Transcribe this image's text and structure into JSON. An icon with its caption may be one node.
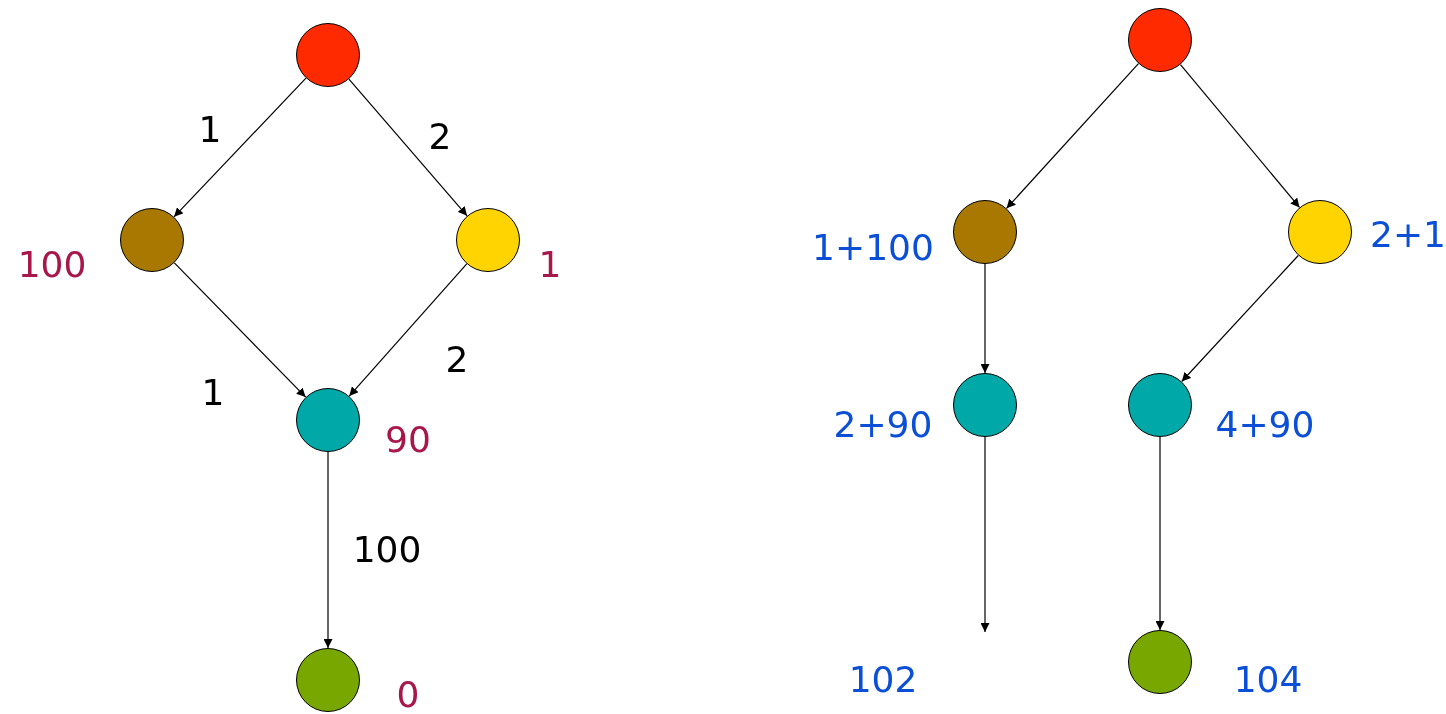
{
  "diagram": {
    "nodes": [
      {
        "text": [],
        "shape": "circle"
      },
      {
        "text": [],
        "shape": "circle",
        "beside": [
          "100"
        ]
      },
      {
        "text": [],
        "shape": "circle",
        "beside": [
          "1"
        ]
      },
      {
        "text": [],
        "shape": "circle",
        "beside": [
          "90"
        ]
      },
      {
        "text": [],
        "shape": "circle",
        "beside": [
          "0"
        ]
      },
      {
        "text": [],
        "shape": "circle"
      },
      {
        "text": [],
        "shape": "circle",
        "beside": [
          "1+100"
        ]
      },
      {
        "text": [],
        "shape": "circle",
        "beside": [
          "2+1"
        ]
      },
      {
        "text": [],
        "shape": "circle",
        "beside": [
          "2+90"
        ]
      },
      {
        "text": [],
        "shape": "circle",
        "beside": [
          "4+90"
        ]
      },
      {
        "text": [],
        "shape": "circle",
        "beside": [
          "104"
        ]
      }
    ],
    "edges": [
      {
        "from": 0,
        "to": 1,
        "arrow": "to",
        "label": "1"
      },
      {
        "from": 0,
        "to": 2,
        "arrow": "to",
        "label": "2"
      },
      {
        "from": 1,
        "to": 3,
        "arrow": "to",
        "label": "1"
      },
      {
        "from": 2,
        "to": 3,
        "arrow": "to",
        "label": "2"
      },
      {
        "from": 3,
        "to": 4,
        "arrow": "to",
        "label": "100"
      },
      {
        "from": 5,
        "to": 6,
        "arrow": "to"
      },
      {
        "from": 5,
        "to": 7,
        "arrow": "to"
      },
      {
        "from": 6,
        "to": 8,
        "arrow": "to"
      },
      {
        "from": 7,
        "to": 9,
        "arrow": "to"
      },
      {
        "from": 8,
        "to": null,
        "arrow": "to"
      },
      {
        "from": 9,
        "to": 10,
        "arrow": "to"
      }
    ],
    "labels": [
      "102"
    ]
  }
}
